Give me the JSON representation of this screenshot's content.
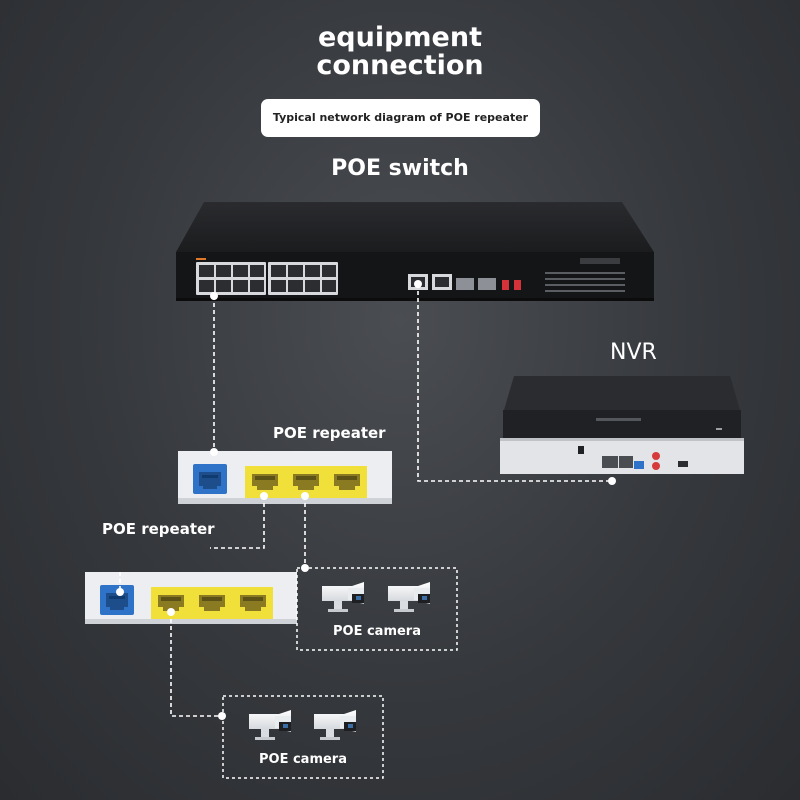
{
  "header": {
    "title_line1": "equipment",
    "title_line2": "connection",
    "subtitle": "Typical network diagram of POE repeater"
  },
  "devices": {
    "switch_label": "POE switch",
    "nvr_label": "NVR",
    "repeater1_label": "POE repeater",
    "repeater2_label": "POE repeater",
    "camera_group1_label": "POE camera",
    "camera_group2_label": "POE camera"
  },
  "colors": {
    "background": "#35383c",
    "port_blue": "#2f73c9",
    "port_yellow": "#f1e03a",
    "nvr_led": "#d63a3a"
  },
  "icons": [
    "switch-icon",
    "nvr-icon",
    "repeater-icon",
    "camera-icon"
  ]
}
